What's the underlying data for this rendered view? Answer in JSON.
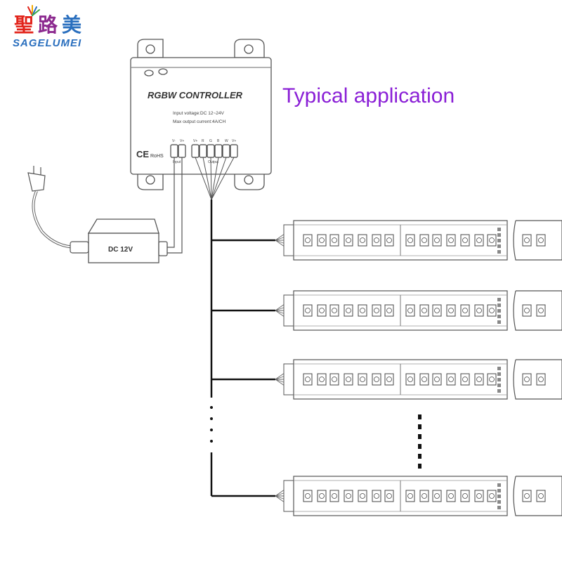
{
  "brand": {
    "cn": "聖路美",
    "en": "SAGELUMEI",
    "cn_colors": [
      "#e2231a",
      "#8c2a8f",
      "#2a6fbe"
    ],
    "en_color": "#2a6fbe"
  },
  "title": {
    "text": "Typical application",
    "color": "#8a1fd6"
  },
  "controller": {
    "title": "RGBW CONTROLLER",
    "input_voltage": "Input voltage:DC 12~24V",
    "max_output": "Max output current:4A/CH",
    "ce_mark": "CE",
    "rohs_mark": "RoHS",
    "input_pins": [
      "V-",
      "V+"
    ],
    "output_pins": [
      "V+",
      "R",
      "G",
      "B",
      "W",
      "V+"
    ],
    "input_label": "Input",
    "output_label": "Output"
  },
  "power_supply": {
    "label": "DC 12V"
  },
  "strips": {
    "count_drawn": 4,
    "continuation_dots": true
  },
  "icons": {
    "plug": "power-plug-icon",
    "button": "push-button-icon"
  }
}
